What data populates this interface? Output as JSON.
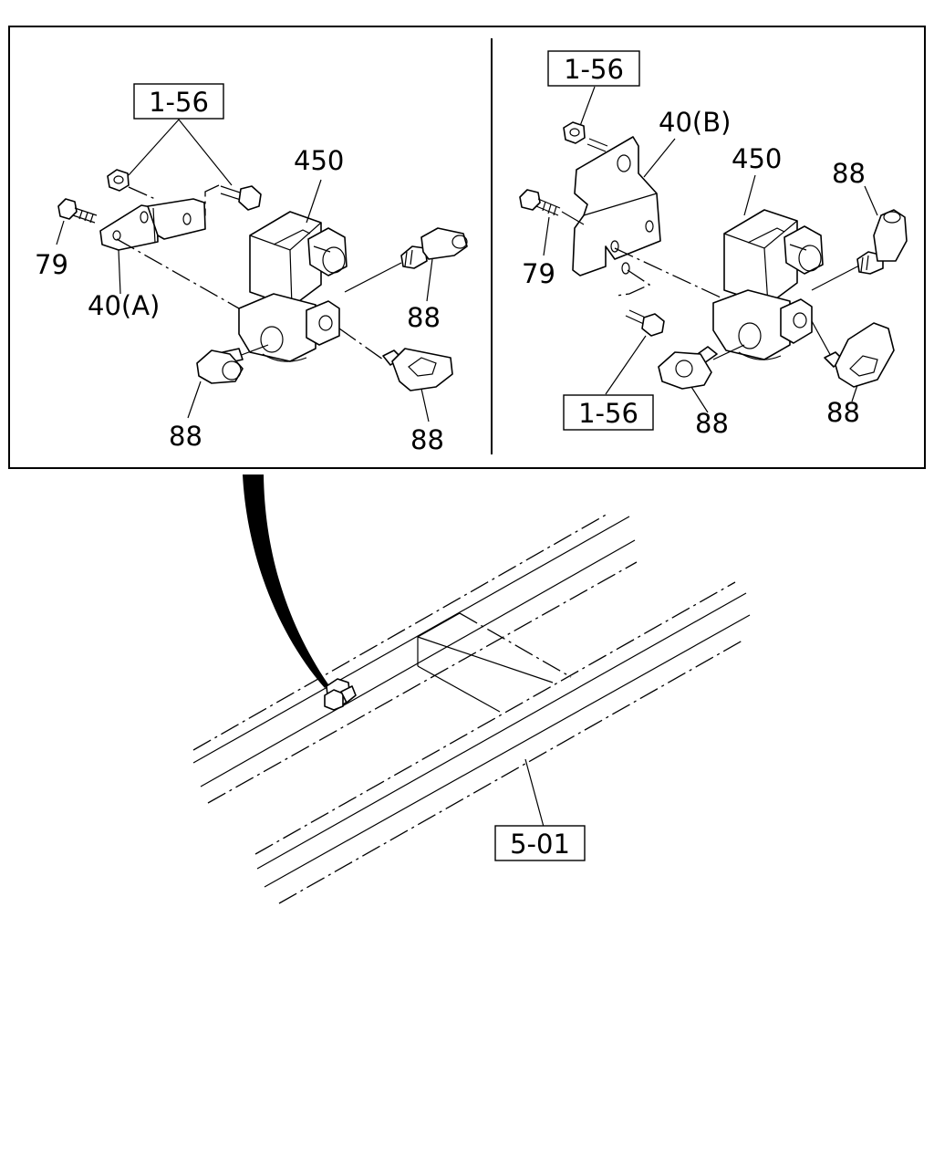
{
  "detail_left": {
    "ref_top": "1-56",
    "valve": "450",
    "bolt": "79",
    "bracket": "40(A)",
    "fitting_right": "88",
    "fitting_bottom_left": "88",
    "fitting_bottom_right": "88"
  },
  "detail_right": {
    "ref_top": "1-56",
    "bracket": "40(B)",
    "valve": "450",
    "fitting_top": "88",
    "bolt": "79",
    "ref_bottom": "1-56",
    "fitting_bottom_left": "88",
    "fitting_bottom_right": "88"
  },
  "frame": {
    "ref": "5-01"
  }
}
